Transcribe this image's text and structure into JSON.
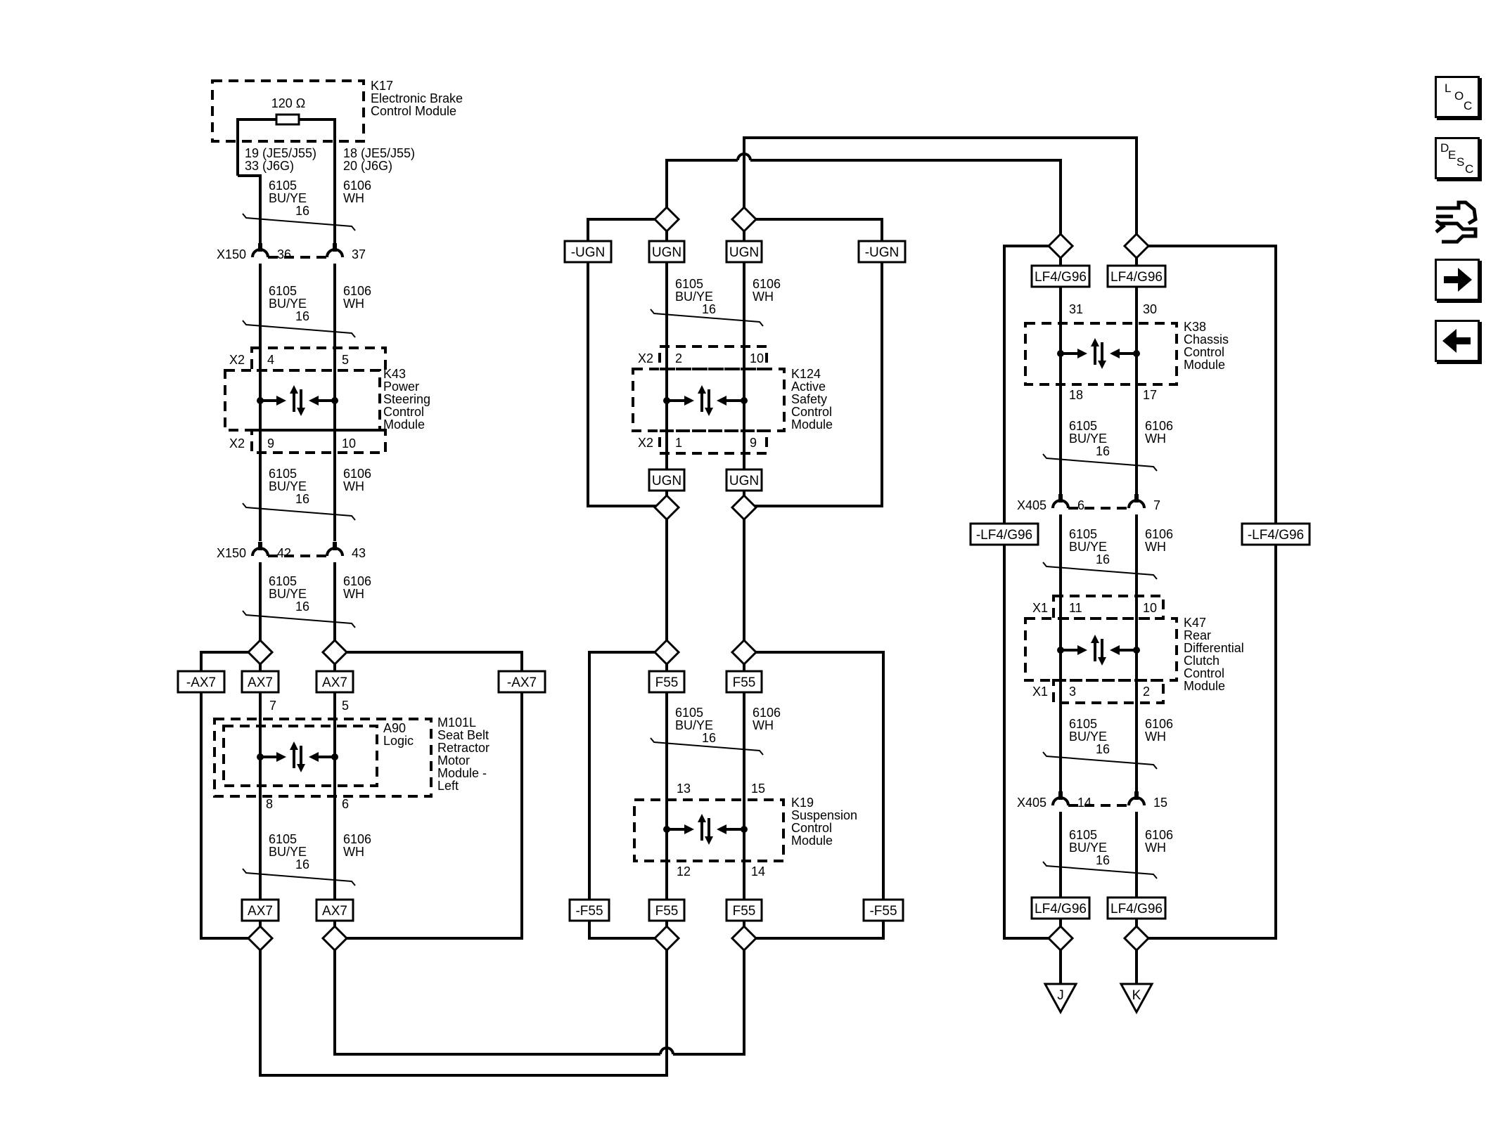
{
  "modules": {
    "k17": {
      "ref": "K17",
      "l1": "Electronic Brake",
      "l2": "Control Module",
      "res": "120 Ω",
      "pinL1": "19 (JE5/J55)",
      "pinL2": "33 (J6G)",
      "pinR1": "18 (JE5/J55)",
      "pinR2": "20 (J6G)"
    },
    "k43": {
      "ref": "K43",
      "l1": "Power",
      "l2": "Steering",
      "l3": "Control",
      "l4": "Module",
      "conn": "X2",
      "pinA": "4",
      "pinB": "5",
      "pinC": "9",
      "pinD": "10"
    },
    "m101": {
      "ref": "M101L",
      "l1": "Seat Belt",
      "l2": "Retractor",
      "l3": "Motor",
      "l4": "Module -",
      "l5": "Left",
      "sub1": "A90",
      "sub2": "Logic",
      "pinA": "7",
      "pinB": "5",
      "pinC": "8",
      "pinD": "6"
    },
    "k124": {
      "ref": "K124",
      "l1": "Active",
      "l2": "Safety",
      "l3": "Control",
      "l4": "Module",
      "conn": "X2",
      "pinA": "2",
      "pinB": "10",
      "pinC": "1",
      "pinD": "9"
    },
    "k19": {
      "ref": "K19",
      "l1": "Suspension",
      "l2": "Control",
      "l3": "Module",
      "pinA": "13",
      "pinB": "15",
      "pinC": "12",
      "pinD": "14"
    },
    "k38": {
      "ref": "K38",
      "l1": "Chassis",
      "l2": "Control",
      "l3": "Module",
      "pinA": "31",
      "pinB": "30",
      "pinC": "18",
      "pinD": "17"
    },
    "k47": {
      "ref": "K47",
      "l1": "Rear",
      "l2": "Differential",
      "l3": "Clutch",
      "l4": "Control",
      "l5": "Module",
      "conn": "X1",
      "pinA": "11",
      "pinB": "10",
      "pinC": "3",
      "pinD": "2"
    }
  },
  "inline": {
    "x150a": {
      "name": "X150",
      "p1": "36",
      "p2": "37"
    },
    "x150b": {
      "name": "X150",
      "p1": "42",
      "p2": "43"
    },
    "x405a": {
      "name": "X405",
      "p1": "6",
      "p2": "7"
    },
    "x405b": {
      "name": "X405",
      "p1": "14",
      "p2": "15"
    }
  },
  "wire": {
    "c1": "6105",
    "col1": "BU/YE",
    "c2": "6106",
    "col2": "WH",
    "gauge": "16"
  },
  "options": {
    "ugn": "UGN",
    "nugn": "-UGN",
    "ax7": "AX7",
    "nax7": "-AX7",
    "f55": "F55",
    "nf55": "-F55",
    "lf4": "LF4/G96",
    "nlf4": "-LF4/G96"
  },
  "offpage": {
    "j": "J",
    "k": "K"
  },
  "nav": {
    "loc": [
      "L",
      "O",
      "C"
    ],
    "desc": [
      "D",
      "E",
      "S",
      "C"
    ],
    "icons": [
      "connector-wrench-icon",
      "next-arrow-icon",
      "previous-arrow-icon"
    ]
  }
}
